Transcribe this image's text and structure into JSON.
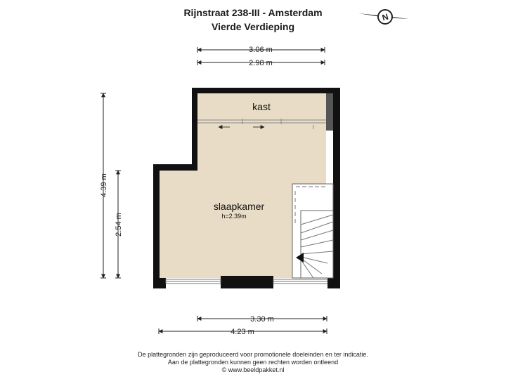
{
  "header": {
    "address": "Rijnstraat 238-III - Amsterdam",
    "floor": "Vierde Verdieping"
  },
  "compass": {
    "letter": "N"
  },
  "rooms": {
    "closet": "kast",
    "bedroom": "slaapkamer",
    "bedroom_height": "h=2.39m"
  },
  "dimensions": {
    "top_outer": "3.06 m",
    "top_inner": "2.98 m",
    "left_outer": "4.39 m",
    "left_inner": "2.54 m",
    "bottom_inner": "3.30 m",
    "bottom_outer": "4.23 m"
  },
  "footer": {
    "line1": "De plattegronden zijn geproduceerd voor promotionele doeleinden en ter indicatie.",
    "line2": "Aan de plattegronden kunnen geen rechten worden ontleend",
    "line3": "© www.beeldpakket.nl"
  },
  "colors": {
    "floor": "#e8dcc6",
    "wall": "#111111"
  }
}
